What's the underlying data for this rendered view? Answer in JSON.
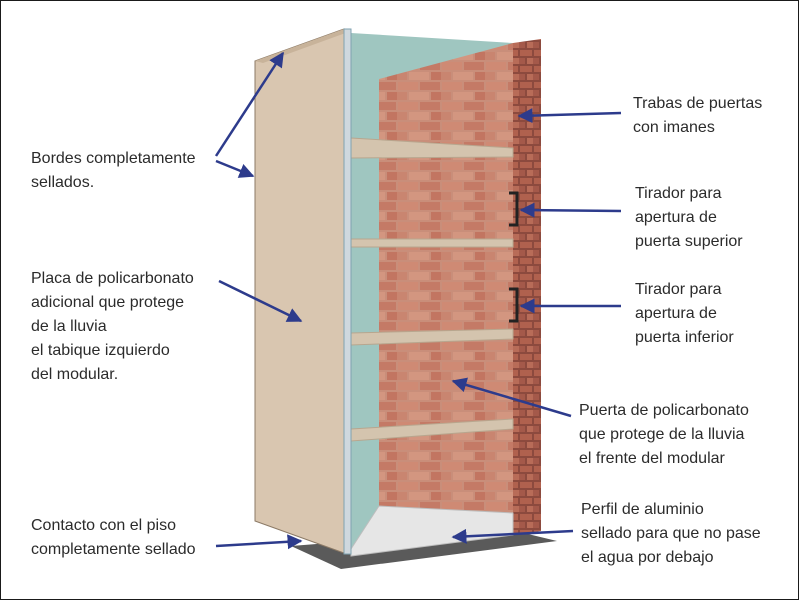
{
  "labels": {
    "bordes": "Bordes completamente\nsellados.",
    "placa": "Placa de policarbonato\nadicional que protege\nde la lluvia\nel tabique izquierdo\ndel modular.",
    "contacto": "Contacto con el piso\ncompletamente sellado",
    "trabas": "Trabas de puertas\ncon imanes",
    "tirador_superior": "Tirador para\napertura de\npuerta superior",
    "tirador_inferior": "Tirador para\napertura de\npuerta inferior",
    "puerta": "Puerta de policarbonato\nque protege de la lluvia\nel frente del modular",
    "perfil": "Perfil de aluminio\nsellado para que no pase\nel agua por debajo"
  },
  "colors": {
    "panel": "#d9c6b0",
    "panel_edge": "#c8b39a",
    "interior": "#9fc6c0",
    "brick": "#c97f69",
    "shelf": "#d4c4ae",
    "arrow": "#2d3b8c"
  }
}
